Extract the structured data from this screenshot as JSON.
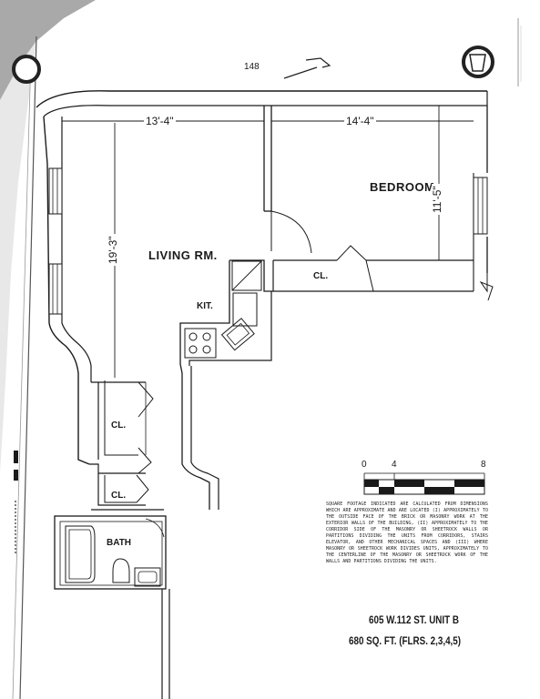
{
  "page": {
    "number": "148"
  },
  "plan": {
    "rooms": {
      "bedroom": "BEDROOM",
      "living": "LIVING RM.",
      "kitchen": "KIT.",
      "closet_bedroom": "CL.",
      "closet_upper": "CL.",
      "closet_lower": "CL.",
      "bath": "BATH"
    },
    "dimensions": {
      "living_width": "13'-4\"",
      "bedroom_width": "14'-4\"",
      "bedroom_depth": "11'-5\"",
      "living_depth": "19'-3\""
    }
  },
  "scale_bar": {
    "ticks": [
      "0",
      "4",
      "8"
    ]
  },
  "notes": "SQUARE FOOTAGE INDICATED ARE CALCULATED FROM DIMENSIONS WHICH ARE APPROXIMATE AND ARE LOCATED (I) APPROXIMATELY TO THE OUTSIDE FACE OF THE BRICK OR MASONRY WORK AT THE EXTERIOR WALLS OF THE BUILDING, (II) APPROXIMATELY TO THE CORRIDOR SIDE OF THE MASONRY OR SHEETROCK WALLS OR PARTITIONS DIVIDING THE UNITS FROM CORRIDORS, STAIRS ELEVATOR, AND OTHER MECHANICAL SPACES AND (III) WHERE MASONRY OR SHEETROCK WORK DIVIDES UNITS, APPROXIMATELY TO THE CENTERLINE OF THE MASONRY OR SHEETROCK WORK OF THE WALLS AND PARTITIONS DIVIDING THE UNITS.",
  "unit": {
    "address": "605 W.112 ST. UNIT B",
    "area": "680 SQ. FT. (FLRS. 2,3,4,5)"
  },
  "colors": {
    "ink": "#1a1a1a",
    "paper": "#ffffff",
    "scan_shadow": "#8a8a8a"
  }
}
